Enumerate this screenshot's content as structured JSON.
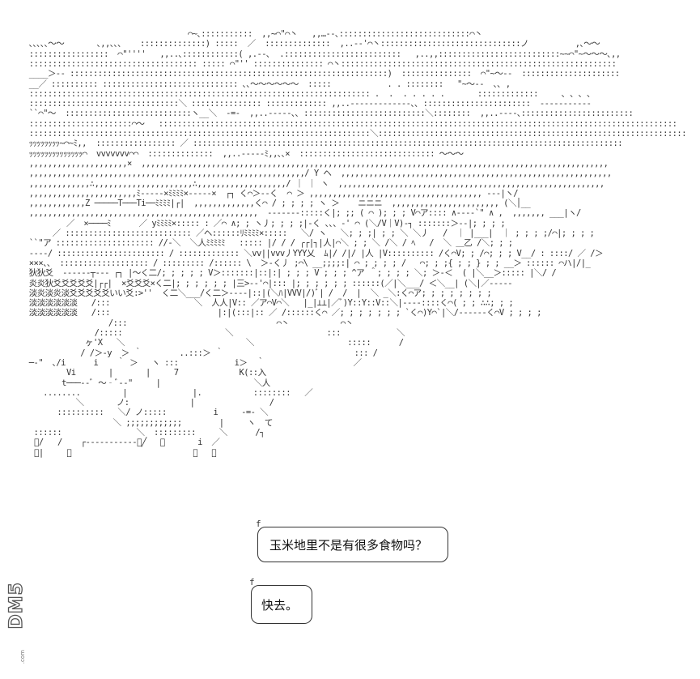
{
  "art": {
    "lines": [
      "                                   ⌒~､:::::::::::  ,,~⌒\"⌒丶   ,,…--､::::::::::::::::::::::::::::⌒丶",
      " ､､､､､～～       ､,,､､､    ::::::::::::::) :::::  ／  ::::::::::::::  ,..-‐'⌒丶::::::::::::::::::::::::::::::ノ          ,､～～",
      " :::::::::::::::::  ⌒\"''''   ,,..､::::::::::::( ,.-‐､  .:::::::::::::::::::::::::   ,..,,::::::::::::::::::::::::::~~⌒\"~～～～､,,",
      " :::::::::::::::::::::::::::::::::::: ::::: ⌒\"'' ::::::::::::::: ⌒丶:::::::::::::::::::::::::::::::::::::::::::::::::::::::::::",
      " ____＞-‐ ::::::::::::::::::::::::::::::::::::::::::::::::::::::::::::::::::::)  :::::::::::::::  ⌒\"~～-‐  :::::::::::::::::::::",
      " __／ :::::::::: ::::::::::::::::::::::::::::: ､､～～～～～～  :::::            . . ::::::::   \"~～--  ､､ ,",
      " ::::::::::::::::::::::::::::::::::::::::::::::::::::::::::::::::::::::::: .  .  . . . . .       :::::::::::::     ､ ､ ､ ､",
      " ::::::::::::::::::::::::::::::::＼ ::::::::::::::: ::::::::::::: ,,..-‐‐‐‐‐‐‐‐‐‐‐-､､ :::::::::::::::::::::::  ‐--‐‐‐‐‐‐‐-",
      " ``⌒\"～  :::::::::::::::::::::::::::ヽ__＼  ‐=‐  ,,..-‐‐‐‐､､ ::::::::::::::::::::::::::＼::::::::  ,,..-‐‐‐､::::::::::::::::::::::::",
      " ::::::::::::::::::::::⌒～   :::::::::::::::::::::::::::::::::::::::::::::::::::::::::::::::::::::::::::::::::::::::::::::::::::::::::::::::",
      " :::::::::::::::::::::::::::::::::::::::::::::::::::::::::::::::::::::::::＼::::::::::::::::::::::::::::::::::::::::::::::::::::::::::::::::::",
      " ｯｯｯｯｯｯｯｯ~⌒~ﾐ,,  ::::::::::::::::: ／ ::::::::::::::::::::::::::::::::::::::::::::::::::::::::::::::::::::::::::::::::::::::::::::",
      " ｯｯｯｯｯｯｯｯｯｯｯｯｯｯ⌒  vvvvvvv⌒⌒  ::::::::::::::  ,,..-‐‐‐‐ﾐ,,､､×  ::::::::::::::::::::::::::::: ～～～",
      " ,,,,,,,,,,,,,,,,,,,,,×  ,,,,,,,,,,,,,,,,,,,,,,,,,,,,,,,,,,,,,,,,,,,,,,,,,,,,,,,,,,,,,,,,,,,,,,,,,,,,,,,,,,,,,,,,,,,,,,,,,,,,",
      " ,,,,,,,,,,,,,,,,,,,,,,,,,,,,,,,,,,,,,,,,,,,,,,,,,,,,,,,,,,,/ Y ヘ  ,,,,,,,,,,,,,,,,,,,,,,,,,,,,,,,,,,,,,,,,,,,,,,,,,,,,,,,,,,",
      " ,,,,,,,,,,,,,∴,,,,,,,,,,,,,,,,,,,,,∴,,,,,,,,,,,,,,,,,,,/ ｜ ｜ ヽ  ,,,,,,,,,,,,,,,,,,,,,,,,,,,,,,,,,,,,,,,,,,,,,,,,,,,,,,,,,",
      " ,,,,,,,,,,,,,,,,,,,,,,,ﾐ-----×ﾐﾐﾐﾐ×-----×  ┌┐ く⌒＞--く  ⌒ ＞ ,,,,,,,,,,,,,,,,,,,,,,,,,,,,,,,,,,,,, ---|ヽ/",
      " ,,,,,,,,,,,,Z ─────T───Ti──ﾐﾐﾐﾐ|┌|  ,,,,,,,,,,,,,く⌒ / ; ; ; ; ヽ ＞    ニニニ  ,,,,,,,,,,,,,,,,,,,,,,, (＼│__",
      " ,,,,,,,,,,,,,,,,,,,,,,,,,,,,,,,,,,,,,,,,,,,,,,,,,  -------:::::く|; ;; ( ⌒ ); ; ; V⌒ア:::: ∧--‐-`\" ∧ ,  ,,,,,,, ___|ヽ/",
      "         ／  ×────ﾐ      ／ yﾐﾐﾐﾐ×::::: : ／⌒ ∧; ; ヽ丿; ; ; ;|‐く ､､、‐' ⌒ (＼/V｜V)-┐ :::::::＞--|; ; ; ;",
      "      ／ ::::::::::::::::::::::::::: ／ヘ::::::ﾘﾐﾐﾐﾐ×:::::   ＼/ ヽ   ＼; ; ;| ; ; ＼ ＼丿   /  ｜ |___|  ｜ ; ; ; ;/⌒|; ; ; ;",
      " ``\"ア ::::::::::::::::::::: //‐＼  ＼人ﾐﾐﾐﾐﾐ   ::::: |/ / / ╭┌|┐|人|⌒＼ ; ; ＼ /＼ / ﾍ   /  ＼ ＿乙 /＼; ; ;",
      " ---‐/ ::::::::::::::::::::::: / ::::::::::::: ＼vv||vvv丿YYY乂  ﾑ|/ /|/ |人 |V:::::::::: /く⌒V; ; /⌒; ; ; V__/ : ::::/ ／ /＞",
      " ×××、、 ::::::::::::::::::: / ::::::::: /:::::: \\  ＞-く丿 ;⌒\\ __;;;;:| ⌒ ; ; ; ; /   ⌒; ; ;{ ; ; } ; ; __＞ :::::: ⌒ハ|/|_",
      " 狄狄爻  ‐----‐┬‐‐‐ ┌┐ |～く二/; ; ; ; ; V＞:::::::|::|:| ; ; ; V ; ; ; ^ア ＾; ; ; ; ＼; ＞‐＜  ( |＼__＞::::: |＼/ /",
      " 炎炎狄爻爻爻爻爻|┌┌|  ×爻爻爻×く二|; ; ; ; ; ; |三>-‐'⌒|::: |; ; ; ; ; ; ::::::(／|＼___/ ＜＼__| (＼|／‐‐‐‐‐",
      " 淡炎淡炎淡爻爻爻爻爻いい爻:>''  く二＼___/く二＞----|::|(＼ﾊ|VVV|/)ﾞ| /  /  |  ＼ _＼:く⌒ア; ; ; ; ; ; ; ;",
      " 淡淡淡淡淡淡   /:::                  ＼  人人|V:: ／ア⌒V⌒＼   |_|⊥⊥|／ﾞ)Y::Y::V::＼|‐‐‐‐::::く⌒( ; ; ∴∴; ; ;",
      " 淡淡淡淡淡淡   /:::                       |:|(:::|:: ／ /::::::く⌒ ／; ; ; ; ; ; ; `く⌒)Y⌒`|＼/‐‐‐‐‐‐く⌒V ; ; ; ;",
      "                  /:::                                ⌒丶           ⌒丶",
      "               /:::::                      ＼                    :::            ＼",
      "             ヶ'X   ＼                          ＼                    :::::      /",
      "            / /＞-y  ＞ ｀        ..:::＞ ｀                            ::: /",
      " ─‐\"  ､/i      i    ｀ ＞   ヽ :::            i＞  ｀                   ／",
      "         Vi       |       |     7             K(::入",
      "        t───‐‐ﾞ ～‐ﾞ‐‐\"     |                    ＼人",
      "    ........         |              |.           ::::::::   ／",
      "           ＼       ノ:             |                /",
      "       ::::::::::   ＼/ ノ:::::          i     -=‐ ＼",
      "                   ＼ ;;;;;;;;;;;;        |     ヽ  て",
      "  ::::::                ＼  :::::::::     ＼      /┐",
      "  ﾞ/   /    ┌‐‐‐‐‐‐‐‐‐‐‐＼╱   ＼       i  ／",
      "  ﾞ|     ＼                          ＼   ／"
    ]
  },
  "dialogue": {
    "bubble_1": "玉米地里不是有很多食物吗？",
    "bubble_2": "快去。",
    "tail_1": "f",
    "tail_2": "f"
  },
  "watermark": {
    "logo": "DM5",
    "sub": ".com"
  }
}
